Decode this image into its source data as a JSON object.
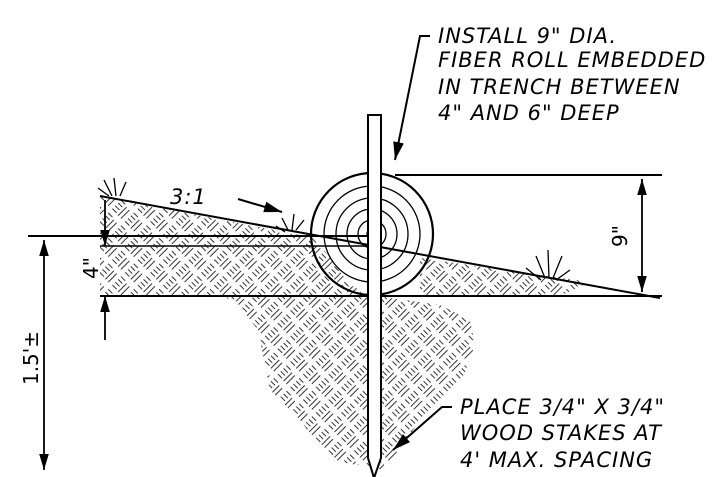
{
  "callouts": {
    "install": [
      "INSTALL 9\" DIA.",
      "FIBER ROLL EMBEDDED",
      "IN TRENCH BETWEEN",
      "4\" AND 6\" DEEP"
    ],
    "stakes": [
      "PLACE 3/4\" X 3/4\"",
      "WOOD STAKES AT",
      "4' MAX. SPACING"
    ]
  },
  "dimensions": {
    "slope": "3:1",
    "roll_height": "9\"",
    "trench_depth": "4\"",
    "stake_depth": "1.5'±"
  },
  "colors": {
    "line": "#000000",
    "background": "#ffffff"
  }
}
